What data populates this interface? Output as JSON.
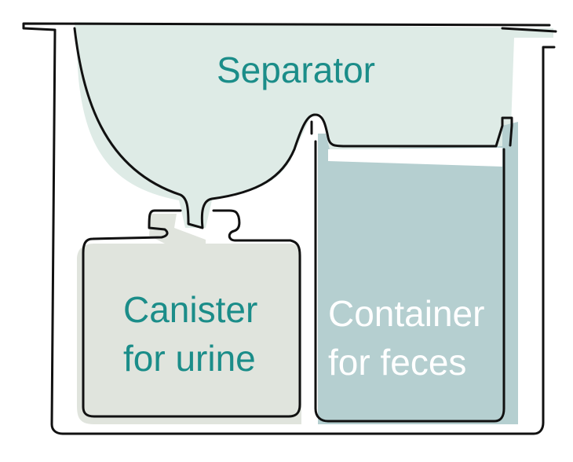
{
  "labels": {
    "separator": "Separator",
    "canister_line1": "Canister",
    "canister_line2": "for urine",
    "container_line1": "Container",
    "container_line2": "for feces"
  },
  "colors": {
    "separator_fill": "#deebe6",
    "canister_fill": "#e0e4dd",
    "container_fill": "#b5cfd0",
    "label_teal": "#1b8d89",
    "label_white": "#ffffff",
    "outline": "#111111"
  }
}
